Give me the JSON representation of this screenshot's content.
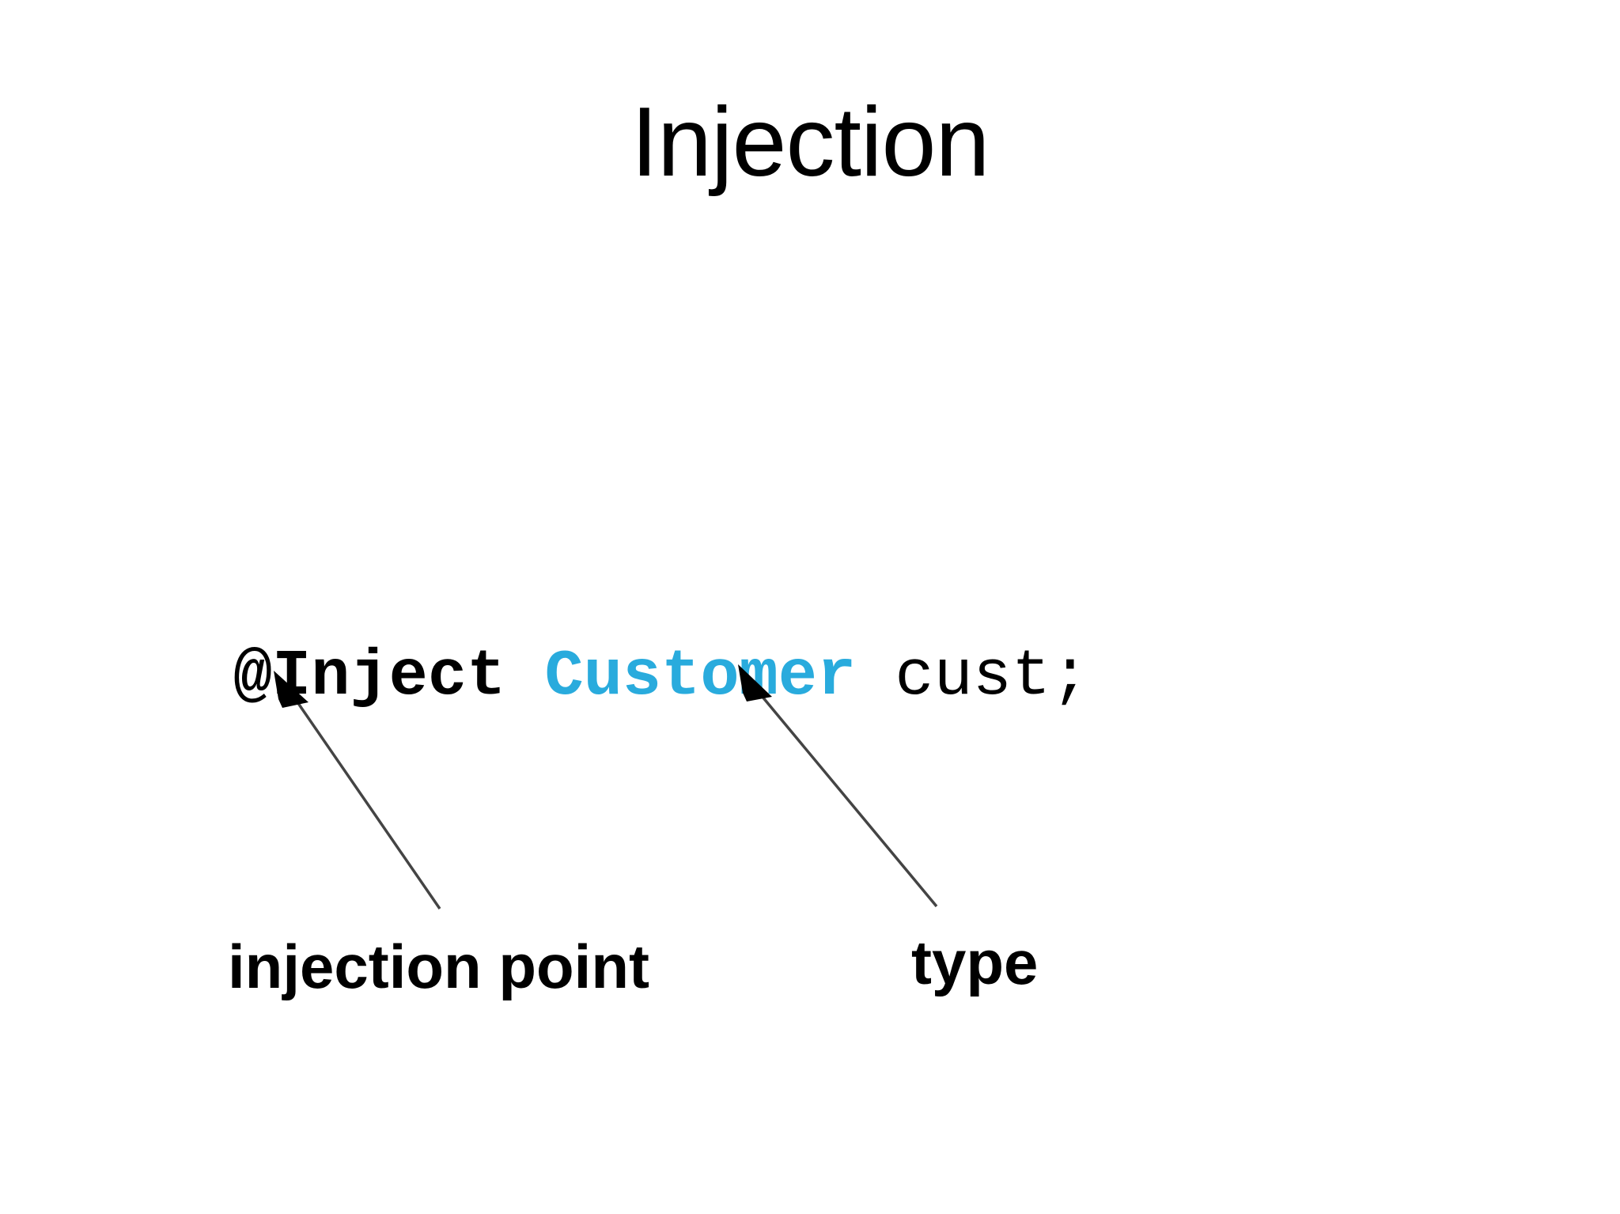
{
  "slide": {
    "title": "Injection",
    "background_color": "#ffffff"
  },
  "code": {
    "annotation": "@Inject ",
    "type": "Customer",
    "variable": " cust;",
    "full_line": "@Inject Customer cust;",
    "annotation_color": "#000000",
    "type_color": "#29abdd",
    "variable_color": "#000000"
  },
  "callouts": [
    {
      "label": "injection point",
      "points_to": "@Inject",
      "arrow_color": "#444444"
    },
    {
      "label": "type",
      "points_to": "Customer",
      "arrow_color": "#444444"
    }
  ],
  "labels": {
    "injection_point": "injection point",
    "type": "type"
  }
}
